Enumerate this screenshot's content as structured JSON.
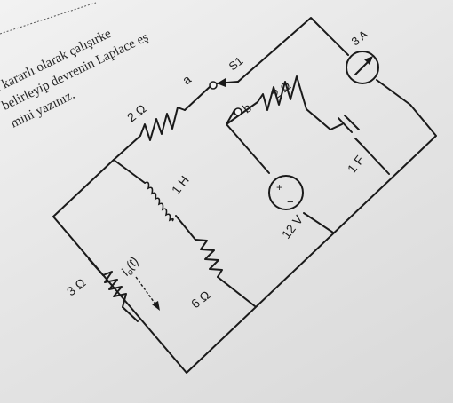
{
  "problem_text": {
    "line1": "e kararlı olarak çalışırke",
    "line2": "belirleyip devrenin Laplace eş",
    "line3": "mini yazınız."
  },
  "circuit": {
    "r_top": "2 Ω",
    "inductor": "1 H",
    "r_left": "3 Ω",
    "r_mid": "6 Ω",
    "current_label": "i",
    "current_sub": "o",
    "current_arg": "(t)",
    "switch_name": "S1",
    "switch_pos_a": "a",
    "switch_pos_b": "b",
    "r_right": "2 Ω",
    "capacitor": "1 F",
    "voltage_source": "12 V",
    "plus": "+",
    "minus": "−",
    "current_source": "3 A"
  }
}
